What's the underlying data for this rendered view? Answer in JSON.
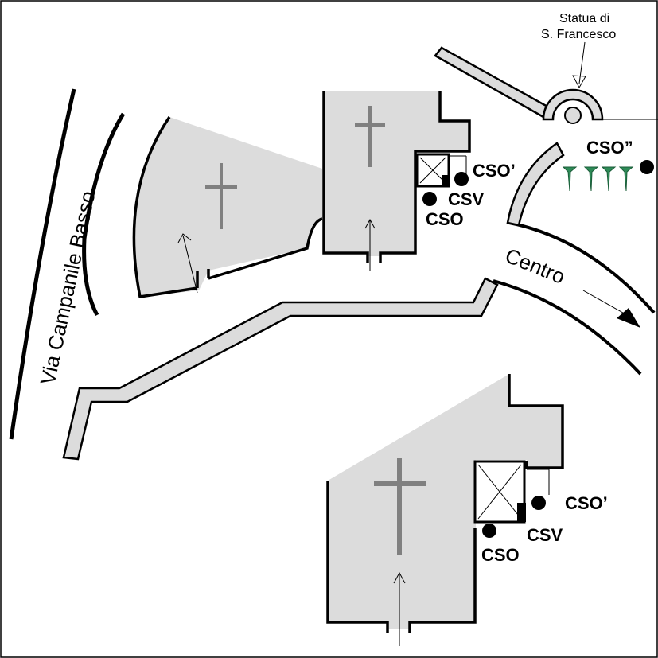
{
  "map": {
    "road_label": "Via Campanile Basso",
    "direction_label": "Centro",
    "statue_label_line1": "Statua di",
    "statue_label_line2": "S. Francesco",
    "upper_church": {
      "cso_prime": "CSO’",
      "csv": "CSV",
      "cso": "CSO",
      "cso_double_prime": "CSO”"
    },
    "lower_church": {
      "cso_prime": "CSO’",
      "csv": "CSV",
      "cso": "CSO"
    }
  },
  "colors": {
    "fill_gray": "#dcdcdc",
    "cross_gray": "#808080",
    "grave_green": "#2e8b57",
    "ink": "#000000"
  }
}
